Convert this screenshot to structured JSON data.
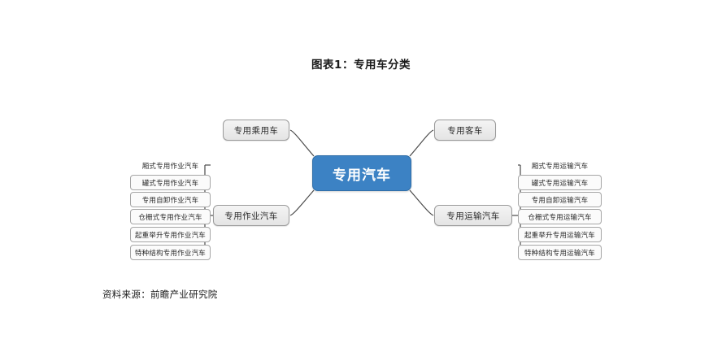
{
  "title": "图表1：专用车分类",
  "source": "资料来源：前瞻产业研究院",
  "colors": {
    "center_fill": "#3C82C4",
    "center_text": "#FFFFFF",
    "node_fill": "#ECECEC",
    "node_border": "#9A9A9A",
    "leaf_fill": "#FBFBFB",
    "connector": "#4A4A4A",
    "background": "#FFFFFF",
    "text": "#2B2B2B"
  },
  "diagram": {
    "type": "mindmap",
    "center": {
      "label": "专用汽车"
    },
    "branches": [
      {
        "id": "branch-passenger",
        "label": "专用乘用车",
        "side": "left",
        "position": "top",
        "children": []
      },
      {
        "id": "branch-operation",
        "label": "专用作业汽车",
        "side": "left",
        "position": "bottom",
        "children": [
          {
            "label": "厢式专用作业汽车"
          },
          {
            "label": "罐式专用作业汽车"
          },
          {
            "label": "专用自卸作业汽车"
          },
          {
            "label": "仓栅式专用作业汽车"
          },
          {
            "label": "起重举升专用作业汽车"
          },
          {
            "label": "特种结构专用作业汽车"
          }
        ]
      },
      {
        "id": "branch-bus",
        "label": "专用客车",
        "side": "right",
        "position": "top",
        "children": []
      },
      {
        "id": "branch-transport",
        "label": "专用运输汽车",
        "side": "right",
        "position": "bottom",
        "children": [
          {
            "label": "厢式专用运输汽车"
          },
          {
            "label": "罐式专用运输汽车"
          },
          {
            "label": "专用自卸运输汽车"
          },
          {
            "label": "仓栅式专用运输汽车"
          },
          {
            "label": "起重举升专用运输汽车"
          },
          {
            "label": "特种结构专用运输汽车"
          }
        ]
      }
    ]
  }
}
